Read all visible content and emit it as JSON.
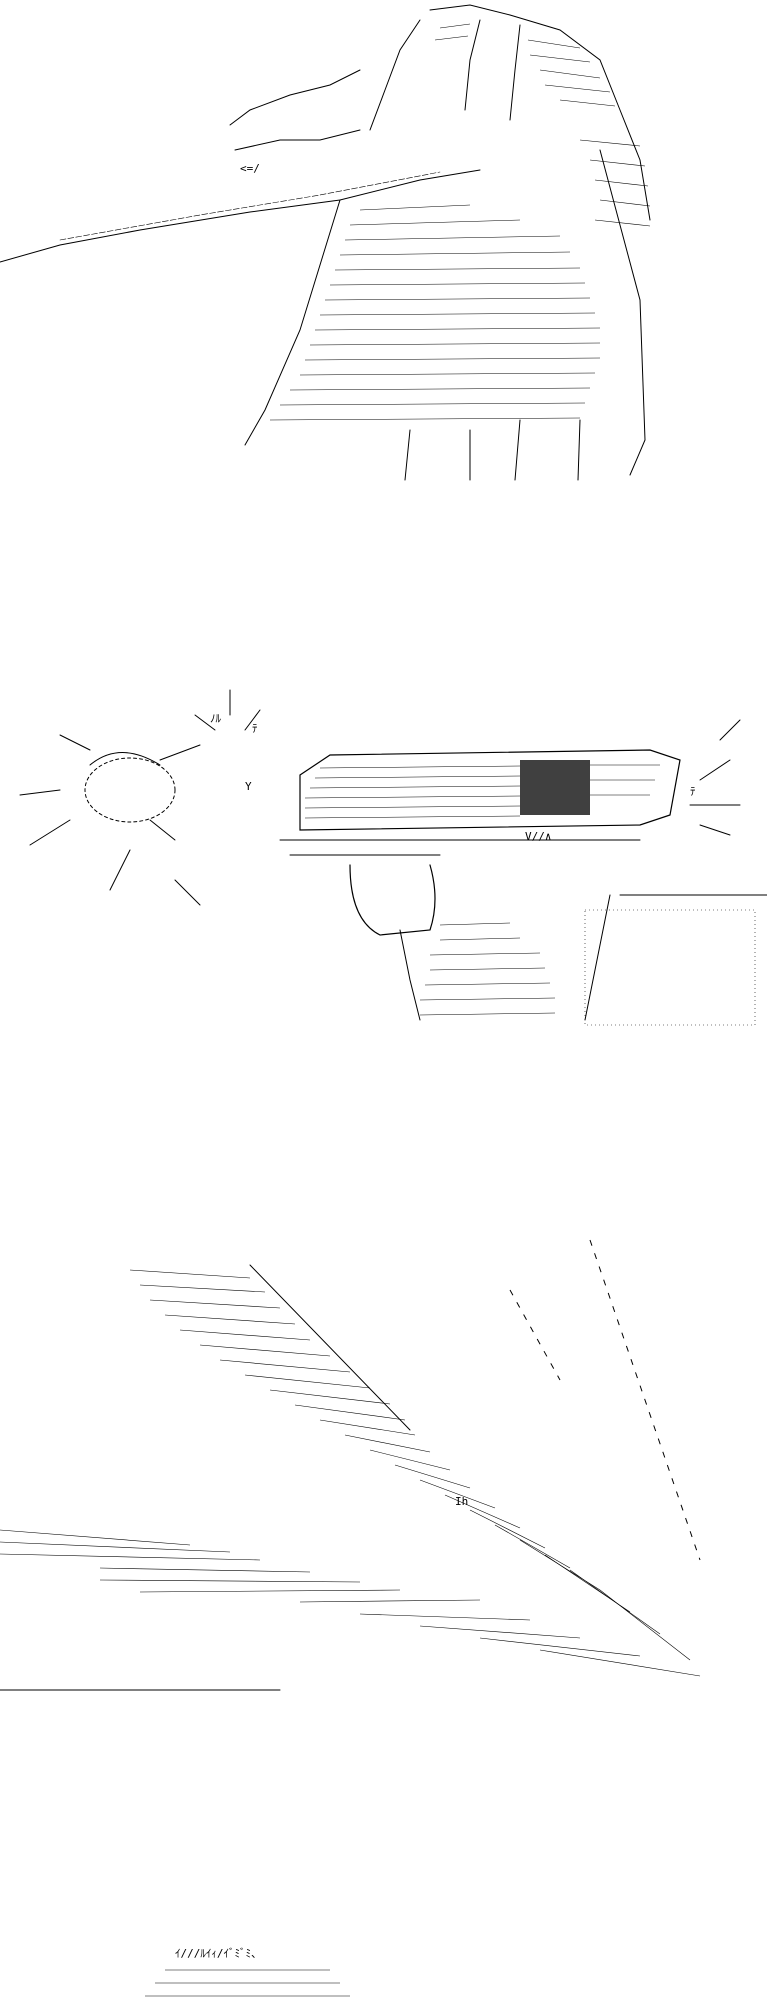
{
  "panels": [
    {
      "name": "figure-with-sword",
      "visible_text": [
        "<=/"
      ]
    },
    {
      "name": "pistol-firing",
      "visible_text": [
        "ﾃ",
        "ﾉﾙ",
        "ﾃ",
        "Y",
        "V//∧"
      ]
    },
    {
      "name": "slash-lines",
      "visible_text": [
        "Ih"
      ]
    },
    {
      "name": "partial-figure",
      "visible_text": [
        "ｲ///ﾙｲｨ/ｲﾞﾐﾞﾐ、"
      ]
    }
  ],
  "colors": {
    "background": "#ffffff",
    "ink": "#000000"
  }
}
